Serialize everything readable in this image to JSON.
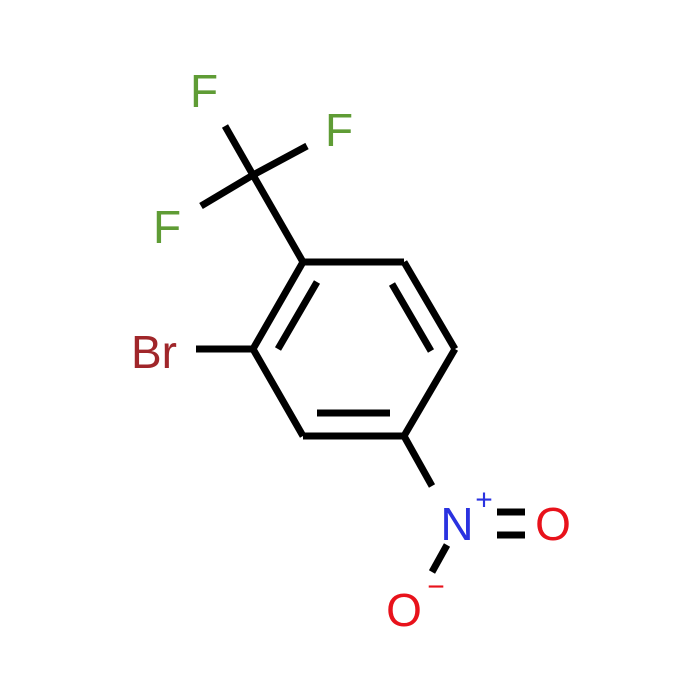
{
  "molecule": {
    "atoms": {
      "f1": {
        "symbol": "F",
        "color": "#5f9c35"
      },
      "f2": {
        "symbol": "F",
        "color": "#5f9c35"
      },
      "f3": {
        "symbol": "F",
        "color": "#5f9c35"
      },
      "br": {
        "symbol": "Br",
        "color": "#a0262a"
      },
      "n": {
        "symbol": "N",
        "color": "#2a32e0",
        "charge": "+"
      },
      "o1": {
        "symbol": "O",
        "color": "#e8121b"
      },
      "o2": {
        "symbol": "O",
        "color": "#e8121b",
        "charge": "−"
      }
    },
    "bond_color": "#000000"
  }
}
